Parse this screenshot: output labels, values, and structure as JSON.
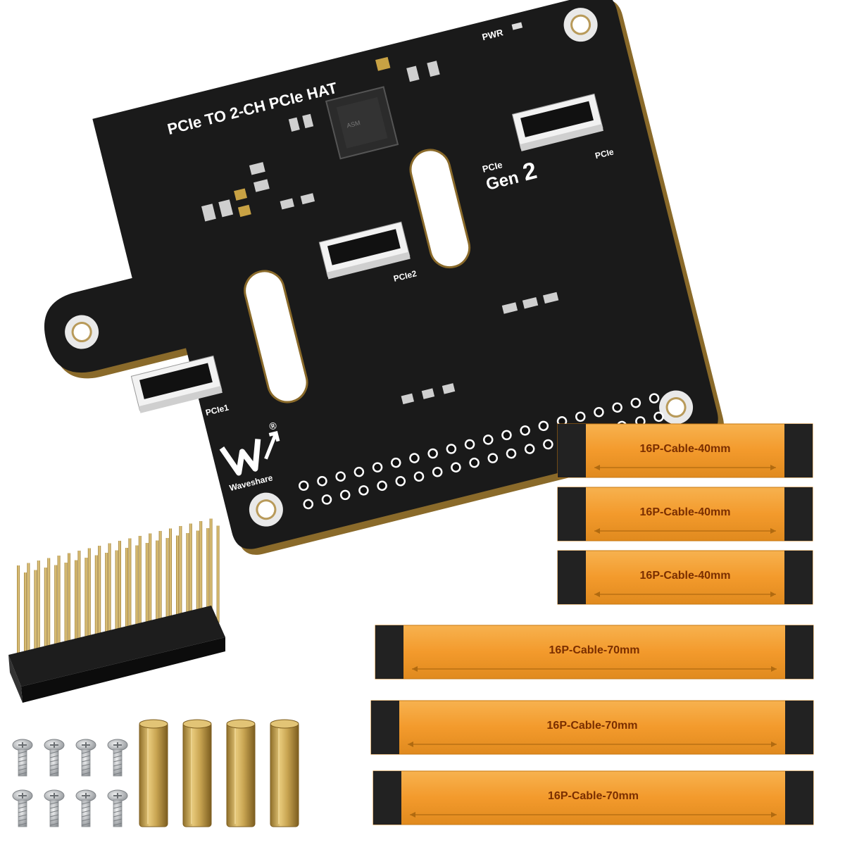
{
  "board": {
    "title": "PCIe TO 2-CH PCIe HAT",
    "pwr_label": "PWR",
    "gen_small": "PCIe",
    "gen_big": "Gen",
    "gen_num": "2",
    "port_top_right": "PCIe",
    "port_middle": "PCIe2",
    "port_left": "PCIe1",
    "brand": "Waveshare",
    "registered": "®"
  },
  "cables": [
    {
      "label": "16P-Cable-40mm"
    },
    {
      "label": "16P-Cable-40mm"
    },
    {
      "label": "16P-Cable-40mm"
    },
    {
      "label": "16P-Cable-70mm"
    },
    {
      "label": "16P-Cable-70mm"
    },
    {
      "label": "16P-Cable-70mm"
    }
  ],
  "colors": {
    "pcb": "#1a1a1a",
    "pcb_edge": "#8a6a2a",
    "cable": "#f0a040",
    "cable_stiffener": "#222222",
    "brass": "#c9a552",
    "steel": "#b9bcc0"
  }
}
